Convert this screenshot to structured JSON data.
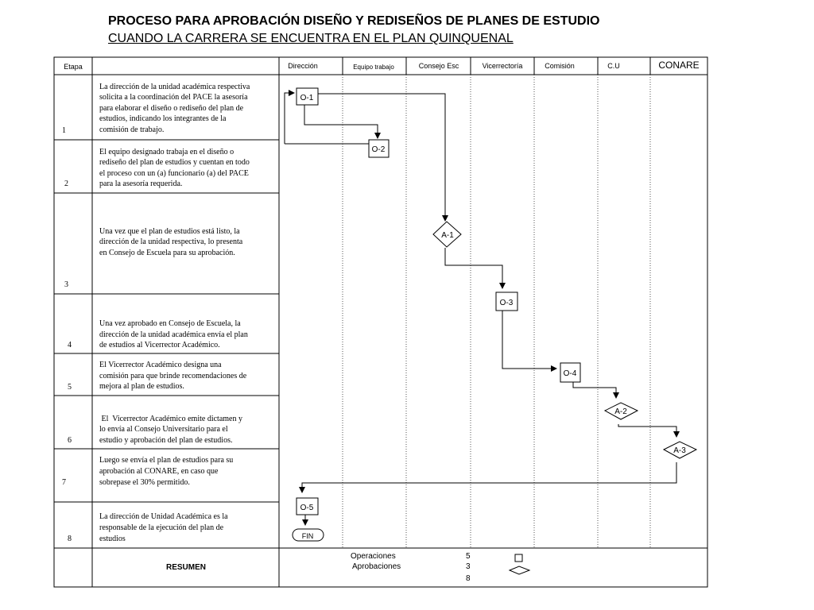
{
  "title": "PROCESO  PARA APROBACIÓN DISEÑO Y REDISEÑOS DE PLANES DE ESTUDIO",
  "subtitle": "CUANDO LA CARRERA SE ENCUENTRA EN EL PLAN QUINQUENAL",
  "header": {
    "etapa": "Etapa",
    "columns": [
      "Dirección",
      "Equipo trabajo",
      "Consejo Esc",
      "Vicerrectoría",
      "Comisión",
      "C.U",
      "CONARE"
    ]
  },
  "steps": [
    {
      "num": "1",
      "lines": [
        "La dirección de la unidad académica respectiva",
        "solicita a la coordinación del PACE la asesoría",
        "para  elaborar el diseño o rediseño del plan de",
        "estudios, indicando los integrantes de la",
        "comisión de trabajo."
      ]
    },
    {
      "num": "2",
      "lines": [
        "El equipo designado trabaja en el diseño o",
        "rediseño del plan de estudios y cuentan en todo",
        "el proceso con un (a) funcionario (a) del PACE",
        "para la asesoría requerida."
      ]
    },
    {
      "num": "3",
      "lines": [
        "Una vez que el plan de estudios está listo, la",
        "dirección de la unidad respectiva, lo presenta",
        "en Consejo de Escuela para su aprobación."
      ]
    },
    {
      "num": "4",
      "lines": [
        "Una vez aprobado en Consejo de Escuela, la",
        "dirección de la unidad académica envía el plan",
        "de estudios al Vicerrector Académico."
      ]
    },
    {
      "num": "5",
      "lines": [
        "El Vicerrector Académico designa una",
        "comisión para que brinde recomendaciones de",
        "mejora al  plan de estudios."
      ]
    },
    {
      "num": "6",
      "lines": [
        " El  Vicerrector Académico emite dictamen y",
        "lo envía  al Consejo Universitario para el",
        "estudio y aprobación del plan de estudios."
      ]
    },
    {
      "num": "7",
      "lines": [
        "Luego  se envía el  plan de estudios para su",
        "aprobación al  CONARE, en caso que",
        "sobrepase el 30% permitido."
      ]
    },
    {
      "num": "8",
      "lines": [
        "La dirección de Unidad Académica es la",
        "responsable de la ejecución del plan de",
        "estudios"
      ]
    }
  ],
  "nodes": {
    "o1": "O-1",
    "o2": "O-2",
    "a1": "A-1",
    "o3": "O-3",
    "o4": "O-4",
    "a2": "A-2",
    "a3": "A-3",
    "o5": "O-5",
    "fin": "FIN"
  },
  "summary": {
    "label": "RESUMEN",
    "operaciones_label": "Operaciones",
    "operaciones_count": "5",
    "aprobaciones_label": "Aprobaciones",
    "aprobaciones_count": "3",
    "total": "8"
  }
}
